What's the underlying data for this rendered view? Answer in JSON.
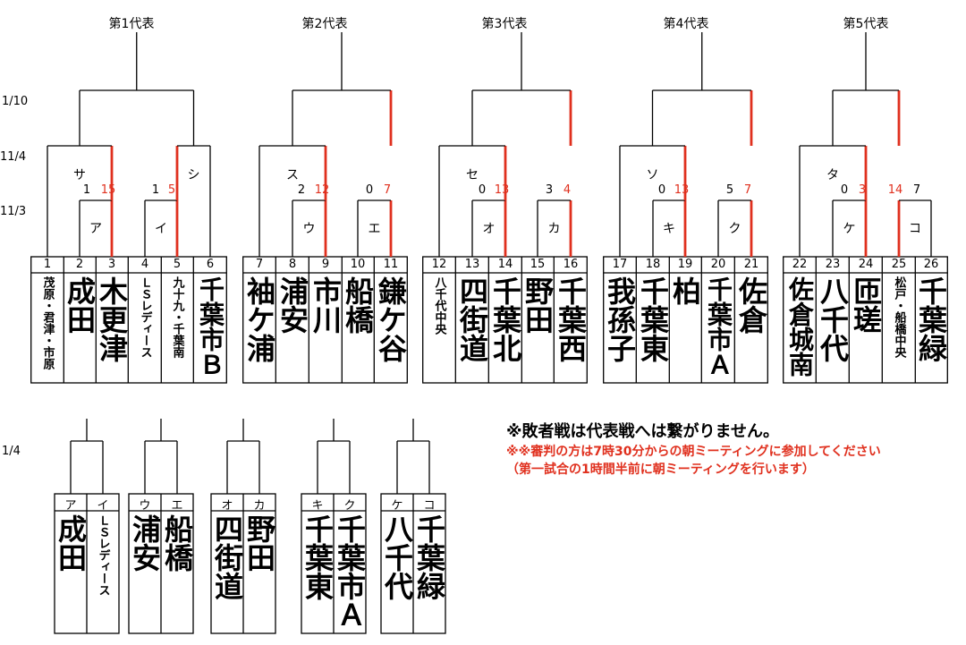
{
  "colors": {
    "line": "#000000",
    "winner": "#e0301e",
    "note_red": "#e0301e"
  },
  "round_labels": {
    "r1": "11/3",
    "r2": "11/4",
    "final": "1/10",
    "cons": "1/4"
  },
  "representatives": [
    "第1代表",
    "第2代表",
    "第3代表",
    "第4代表",
    "第5代表"
  ],
  "teams": [
    {
      "no": "1",
      "name": "茂原・君津・市原"
    },
    {
      "no": "2",
      "name": "成田"
    },
    {
      "no": "3",
      "name": "木更津"
    },
    {
      "no": "4",
      "name": "ＬＳレディース"
    },
    {
      "no": "5",
      "name": "九十九・千葉南"
    },
    {
      "no": "6",
      "name": "千葉市Ｂ"
    },
    {
      "no": "7",
      "name": "袖ケ浦"
    },
    {
      "no": "8",
      "name": "浦安"
    },
    {
      "no": "9",
      "name": "市川"
    },
    {
      "no": "10",
      "name": "船橋"
    },
    {
      "no": "11",
      "name": "鎌ケ谷"
    },
    {
      "no": "12",
      "name": "八千代中央"
    },
    {
      "no": "13",
      "name": "四街道"
    },
    {
      "no": "14",
      "name": "千葉北"
    },
    {
      "no": "15",
      "name": "野田"
    },
    {
      "no": "16",
      "name": "千葉西"
    },
    {
      "no": "17",
      "name": "我孫子"
    },
    {
      "no": "18",
      "name": "千葉東"
    },
    {
      "no": "19",
      "name": "柏"
    },
    {
      "no": "20",
      "name": "千葉市Ａ"
    },
    {
      "no": "21",
      "name": "佐倉"
    },
    {
      "no": "22",
      "name": "佐倉城南"
    },
    {
      "no": "23",
      "name": "八千代"
    },
    {
      "no": "24",
      "name": "匝瑳"
    },
    {
      "no": "25",
      "name": "松戸・船橋中央"
    },
    {
      "no": "26",
      "name": "千葉緑"
    }
  ],
  "r1_matches": [
    {
      "label": "ア",
      "scores": [
        "",
        ""
      ]
    },
    {
      "label": "イ",
      "scores": [
        "",
        ""
      ]
    },
    {
      "label": "ウ",
      "scores": [
        "",
        ""
      ]
    },
    {
      "label": "エ",
      "scores": [
        "",
        ""
      ]
    },
    {
      "label": "オ",
      "scores": [
        "",
        ""
      ]
    },
    {
      "label": "カ",
      "scores": [
        "",
        ""
      ]
    },
    {
      "label": "キ",
      "scores": [
        "",
        ""
      ]
    },
    {
      "label": "ク",
      "scores": [
        "",
        ""
      ]
    },
    {
      "label": "ケ",
      "scores": [
        "",
        ""
      ]
    },
    {
      "label": "コ",
      "scores": [
        "",
        ""
      ]
    }
  ],
  "r2_matches": [
    {
      "label": "サ",
      "scores": [
        "1",
        "15"
      ]
    },
    {
      "label": "シ",
      "scores": [
        "1",
        "5"
      ]
    },
    {
      "label": "ス",
      "scores": [
        "2",
        "12"
      ]
    },
    {
      "label": "セ",
      "scores": [
        "0",
        "13"
      ]
    },
    {
      "label": "ソ",
      "scores": [
        "0",
        "13"
      ]
    },
    {
      "label": "タ",
      "scores": [
        "0",
        "3"
      ]
    }
  ],
  "extra_scores": {
    "e": [
      "0",
      "7"
    ],
    "ka": [
      "3",
      "4"
    ],
    "ku": [
      "5",
      "7"
    ],
    "ko": [
      "14",
      "7"
    ]
  },
  "consolation": [
    {
      "left": {
        "label": "ア",
        "name": "成田"
      },
      "right": {
        "label": "イ",
        "name": "ＬＳレディース"
      }
    },
    {
      "left": {
        "label": "ウ",
        "name": "浦安"
      },
      "right": {
        "label": "エ",
        "name": "船橋"
      }
    },
    {
      "left": {
        "label": "オ",
        "name": "四街道"
      },
      "right": {
        "label": "カ",
        "name": "野田"
      }
    },
    {
      "left": {
        "label": "キ",
        "name": "千葉東"
      },
      "right": {
        "label": "ク",
        "name": "千葉市Ａ"
      }
    },
    {
      "left": {
        "label": "ケ",
        "name": "八千代"
      },
      "right": {
        "label": "コ",
        "name": "千葉緑"
      }
    }
  ],
  "notes": {
    "line1": "※敗者戦は代表戦へは繋がりません。",
    "line2": "※※審判の方は7時30分からの朝ミーティングに参加してください",
    "line3": "（第一試合の1時間半前に朝ミーティングを行います）"
  }
}
